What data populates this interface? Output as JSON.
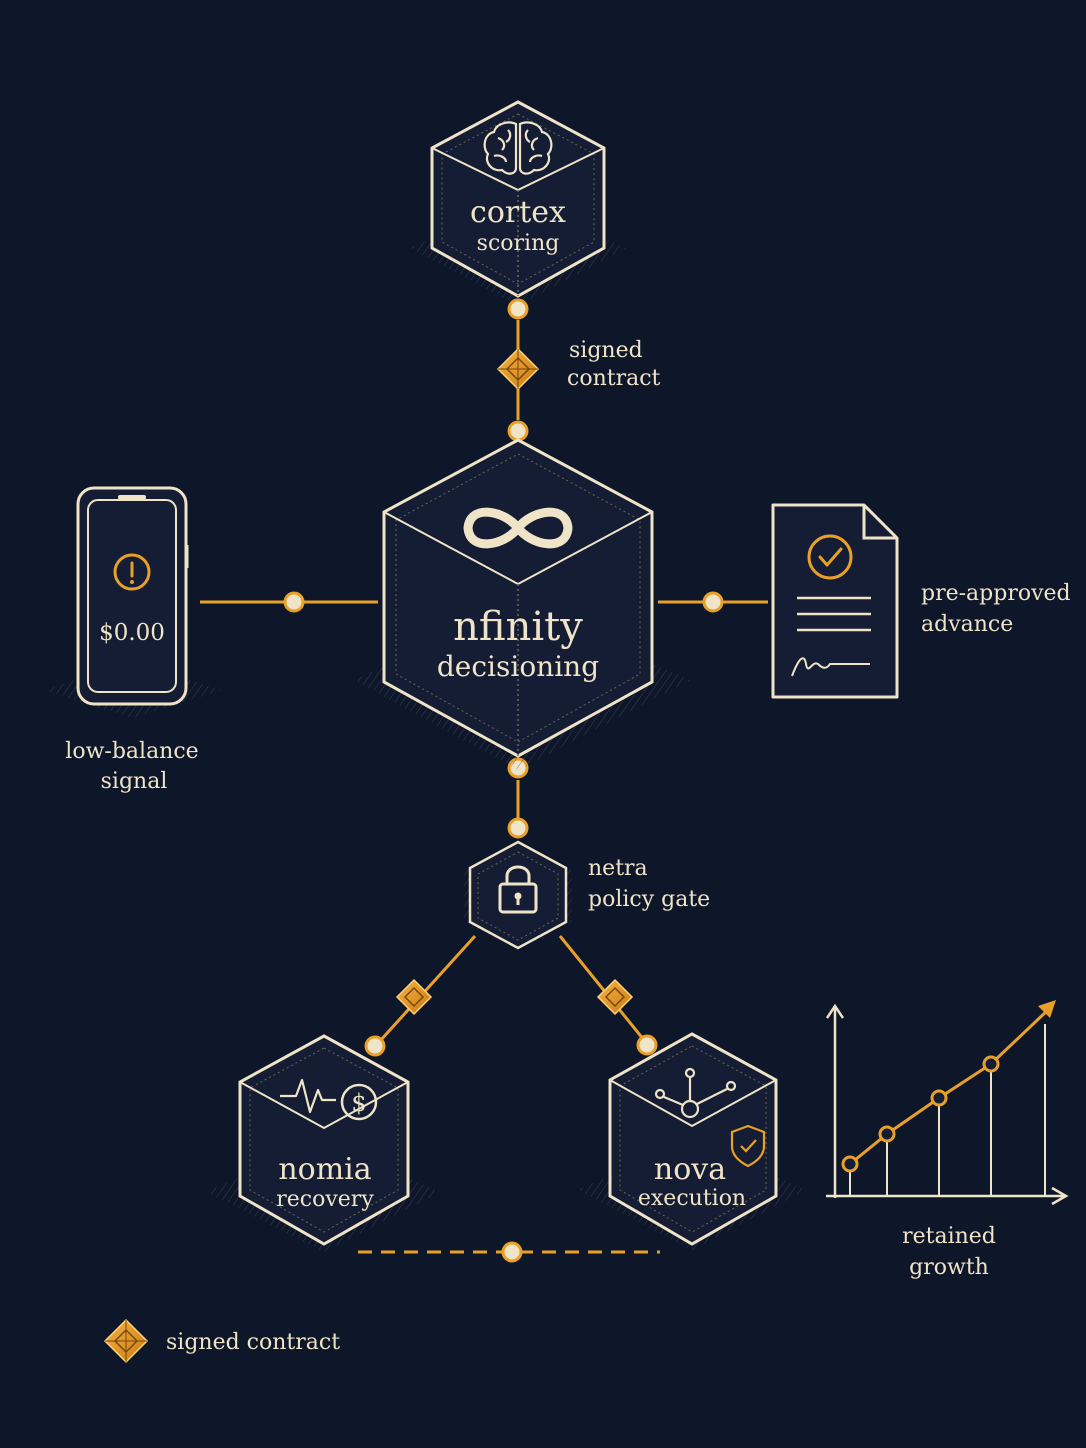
{
  "nodes": {
    "cortex": {
      "title": "cortex",
      "subtitle": "scoring",
      "icon": "brain-icon"
    },
    "nfinity": {
      "title": "nfinity",
      "subtitle": "decisioning",
      "icon": "infinity-icon"
    },
    "netra": {
      "label_line1": "netra",
      "label_line2": "policy gate",
      "icon": "padlock-icon"
    },
    "nomia": {
      "title": "nomia",
      "subtitle": "recovery",
      "icon": "pulse-dollar-icon"
    },
    "nova": {
      "title": "nova",
      "subtitle": "execution",
      "icon": "network-shield-icon"
    }
  },
  "edge_labels": {
    "top_contract_line1": "signed",
    "top_contract_line2": "contract"
  },
  "side_items": {
    "phone": {
      "amount": "$0.00",
      "caption_line1": "low-balance",
      "caption_line2": "signal",
      "icon": "alert-icon"
    },
    "document": {
      "caption_line1": "pre-approved",
      "caption_line2": "advance",
      "icon": "checkmark-icon"
    },
    "growth_chart": {
      "caption_line1": "retained",
      "caption_line2": "growth",
      "icon": "rising-chart-icon"
    }
  },
  "legend": {
    "label": "signed contract",
    "icon": "diamond-contract-icon"
  },
  "colors": {
    "background": "#0e1629",
    "line_gold": "#e8a028",
    "cream": "#efe3c8",
    "node_fill": "#141d33"
  }
}
